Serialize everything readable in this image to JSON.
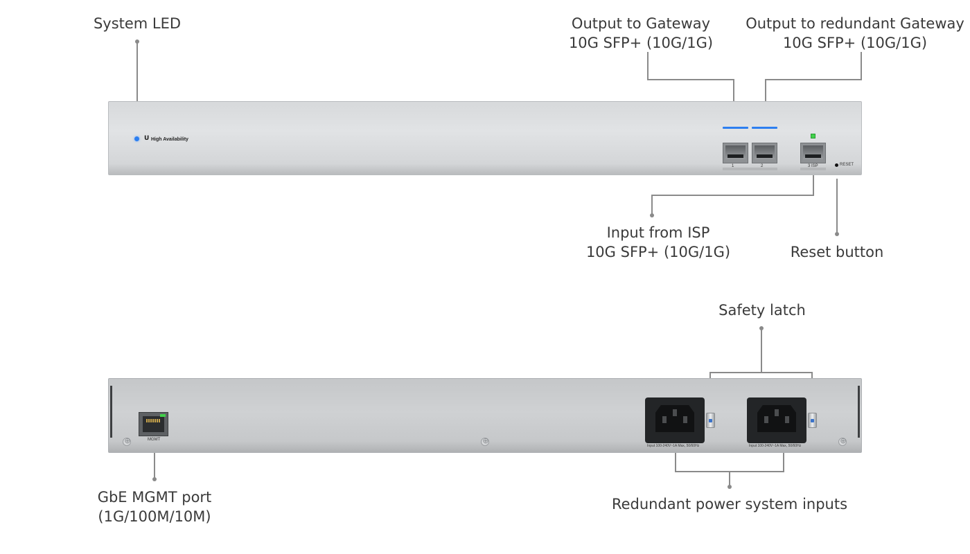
{
  "labels": {
    "system_led": "System LED",
    "output_gateway": [
      "Output to Gateway",
      "10G SFP+ (10G/1G)"
    ],
    "output_redundant_gateway": [
      "Output to redundant Gateway",
      "10G SFP+ (10G/1G)"
    ],
    "input_isp": [
      "Input from ISP",
      "10G SFP+ (10G/1G)"
    ],
    "reset_button": "Reset button",
    "safety_latch": "Safety latch",
    "gbe_mgmt": [
      "GbE MGMT port",
      "(1G/100M/10M)"
    ],
    "redundant_power": "Redundant power system inputs"
  },
  "front_panel": {
    "brand_text": "High Availability",
    "port1": "1",
    "port2": "2",
    "port3": "3 ISP",
    "reset_text": "RESET"
  },
  "rear_panel": {
    "mgmt_text": "MGMT",
    "psu_rating": "Input 100-240V~1A Max, 50/60Hz"
  },
  "colors": {
    "led_blue": "#2d7ff0",
    "led_green": "#41d14b",
    "callout_line": "#8a8a8a",
    "label_text": "#3a3a3a"
  }
}
